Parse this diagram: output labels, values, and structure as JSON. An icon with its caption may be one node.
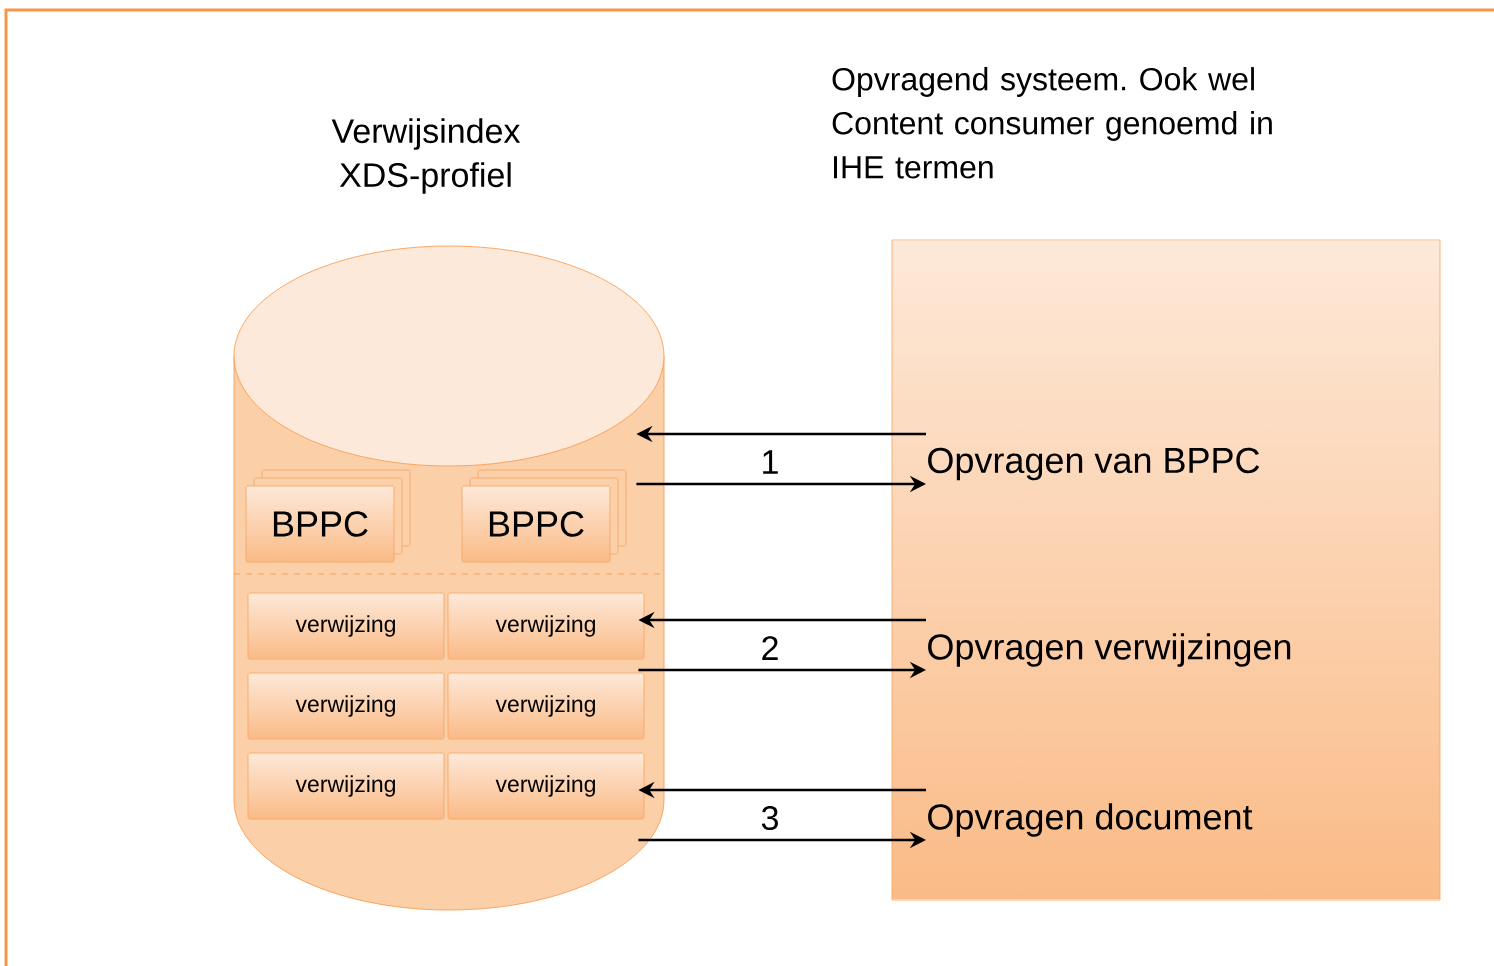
{
  "diagram": {
    "nodes": [
      {
        "text": [
          "Verwijsindex XDS-profiel"
        ]
      },
      {
        "text": [
          "BPPC"
        ],
        "in": 0
      },
      {
        "text": [
          "BPPC"
        ],
        "in": 0
      },
      {
        "text": [
          "verwijzing"
        ],
        "in": 0
      },
      {
        "text": [
          "verwijzing"
        ],
        "in": 0
      },
      {
        "text": [
          "verwijzing"
        ],
        "in": 0
      },
      {
        "text": [
          "verwijzing"
        ],
        "in": 0
      },
      {
        "text": [
          "verwijzing"
        ],
        "in": 0
      },
      {
        "text": [
          "verwijzing"
        ],
        "in": 0
      },
      {
        "text": [
          "Opvragend systeem. Ook wel Content consumer genoemd in IHE termen"
        ]
      },
      {
        "text": [
          "Opvragen van BPPC"
        ],
        "in": 9
      },
      {
        "text": [
          "Opvragen verwijzingen"
        ],
        "in": 9
      },
      {
        "text": [
          "Opvragen document"
        ],
        "in": 9
      }
    ],
    "edges": [
      {
        "from": 10,
        "to": 0,
        "arrow": "to"
      },
      {
        "from": 0,
        "to": 10,
        "arrow": "to",
        "label": "1"
      },
      {
        "from": 11,
        "to": 4,
        "arrow": "to"
      },
      {
        "from": 4,
        "to": 11,
        "arrow": "to",
        "label": "2"
      },
      {
        "from": 12,
        "to": 8,
        "arrow": "to"
      },
      {
        "from": 8,
        "to": 12,
        "arrow": "to",
        "label": "3"
      }
    ]
  }
}
